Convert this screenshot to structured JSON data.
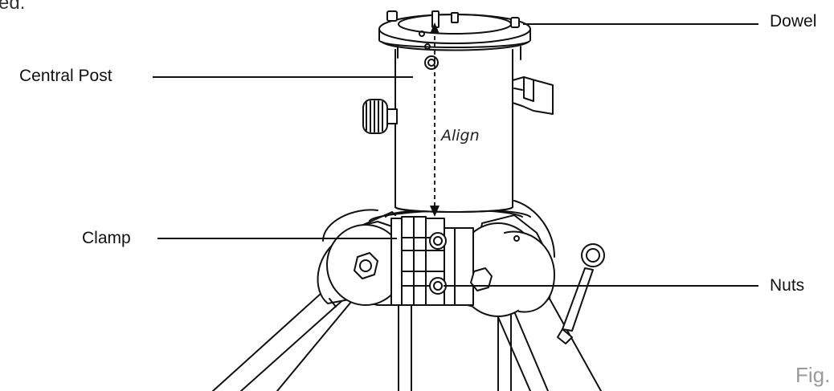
{
  "top_text": "ed.",
  "labels": {
    "central_post": "Central Post",
    "dowel": "Dowel",
    "clamp": "Clamp",
    "nuts": "Nuts",
    "align": "Align",
    "fig": "Fig."
  }
}
